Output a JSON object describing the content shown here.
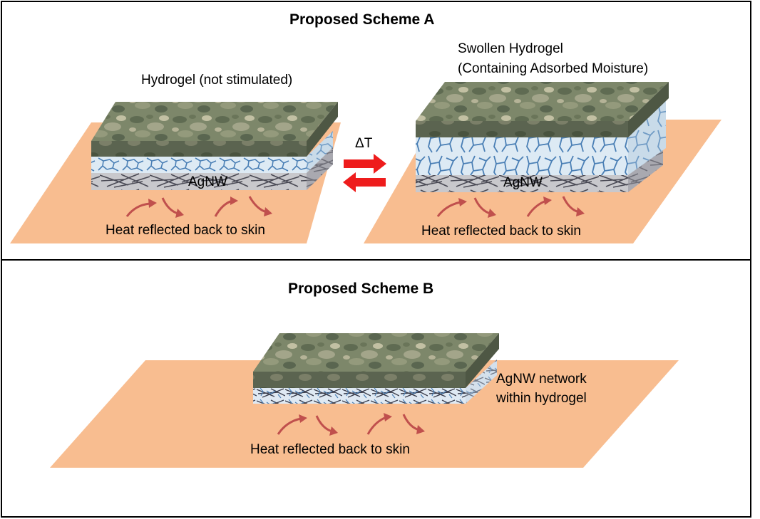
{
  "scheme_a": {
    "title": "Proposed Scheme A",
    "left_label": "Hydrogel (not stimulated)",
    "right_label_line1": "Swollen Hydrogel",
    "right_label_line2": "(Containing Adsorbed Moisture)",
    "delta_label": "ΔT",
    "agnw_label": "AgNW",
    "heat_label": "Heat reflected back to skin"
  },
  "scheme_b": {
    "title": "Proposed Scheme B",
    "network_label_line1": "AgNW network",
    "network_label_line2": "within hydrogel",
    "heat_label": "Heat reflected back to skin"
  },
  "colors": {
    "skin": "#f8bd90",
    "camo": "#7f8a6c",
    "hydrogel": "#ddeaf4",
    "hydrogel_lines": "#4a7fb5",
    "agnw_layer": "#c8c8cc",
    "wire": "#4a4a55",
    "arrow_red": "#ee1c1c",
    "heat_arrow": "#c0504d"
  }
}
